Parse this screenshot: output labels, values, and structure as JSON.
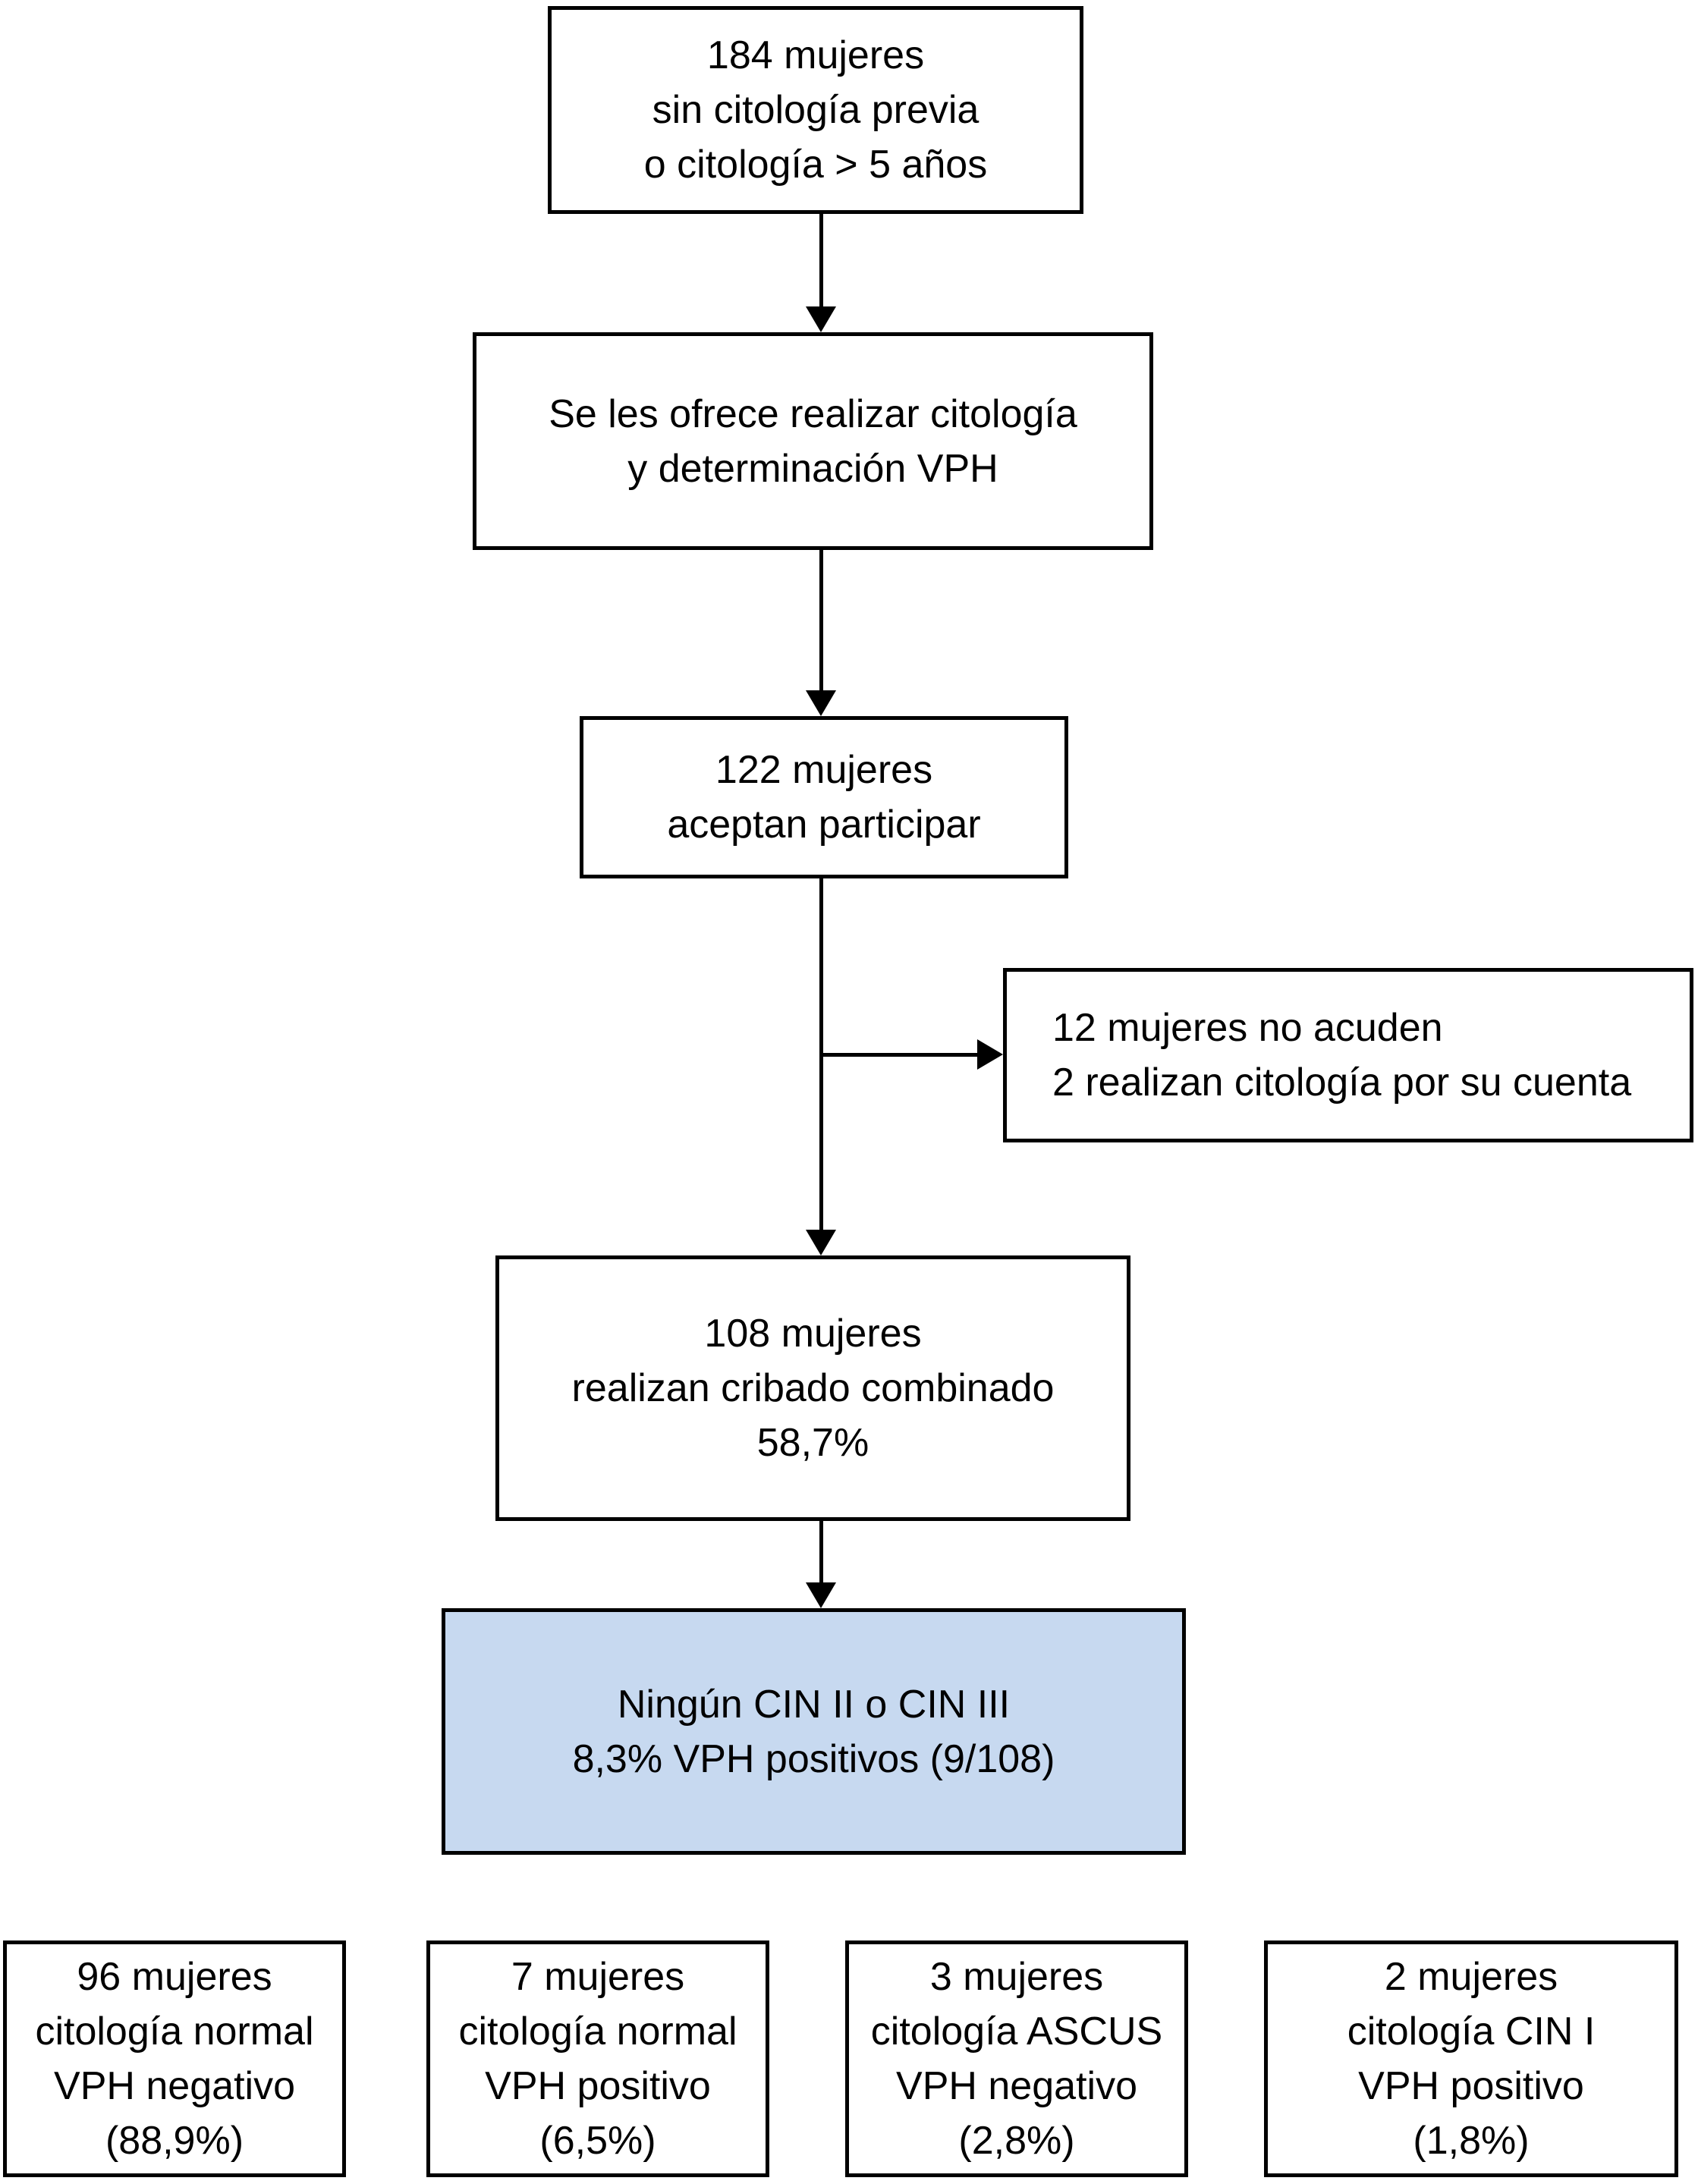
{
  "colors": {
    "canvas_background": "#ffffff",
    "box_background": "#ffffff",
    "box_border": "#000000",
    "highlight_box_fill": "#c7d9f0",
    "text": "#000000",
    "arrow": "#000000"
  },
  "boxes": {
    "initial": {
      "lines": [
        "184 mujeres",
        "sin citología previa",
        "o citología > 5 años"
      ]
    },
    "offer": {
      "lines": [
        "Se les ofrece realizar citología",
        "y determinación VPH"
      ]
    },
    "accept": {
      "lines": [
        "122 mujeres",
        "aceptan participar"
      ]
    },
    "excluded": {
      "lines": [
        "12 mujeres no acuden",
        "2 realizan citología por su cuenta"
      ]
    },
    "screened": {
      "lines": [
        "108 mujeres",
        "realizan cribado combinado",
        "58,7%"
      ]
    },
    "result": {
      "lines": [
        "Ningún CIN II o CIN III",
        "8,3% VPH positivos (9/108)"
      ]
    },
    "outcome1": {
      "lines": [
        "96 mujeres",
        "citología normal",
        "VPH negativo",
        "(88,9%)"
      ]
    },
    "outcome2": {
      "lines": [
        "7 mujeres",
        "citología normal",
        "VPH positivo",
        "(6,5%)"
      ]
    },
    "outcome3": {
      "lines": [
        "3 mujeres",
        "citología ASCUS",
        "VPH negativo",
        "(2,8%)"
      ]
    },
    "outcome4": {
      "lines": [
        "2 mujeres",
        "citología CIN I",
        "VPH positivo",
        "(1,8%)"
      ]
    }
  }
}
